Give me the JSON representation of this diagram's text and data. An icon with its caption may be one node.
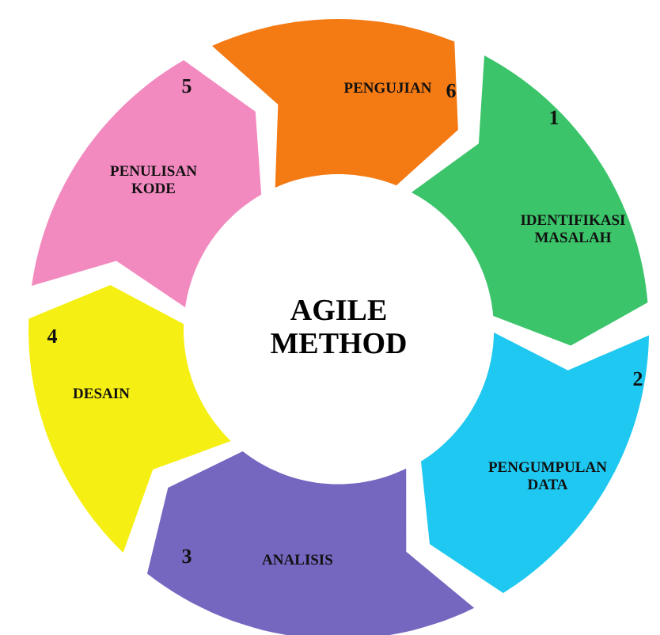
{
  "diagram": {
    "nodes": [
      {
        "text": [
          "1",
          "IDENTIFIKASI MASALAH"
        ]
      },
      {
        "text": [
          "2",
          "PENGUMPULAN DATA"
        ]
      },
      {
        "text": [
          "3",
          "ANALISIS"
        ]
      },
      {
        "text": [
          "4",
          "DESAIN"
        ]
      },
      {
        "text": [
          "5",
          "PENULISAN KODE"
        ]
      },
      {
        "text": [
          "PENGUJIAN",
          "6"
        ]
      },
      {
        "text": [
          "AGILE METHOD"
        ]
      }
    ]
  }
}
